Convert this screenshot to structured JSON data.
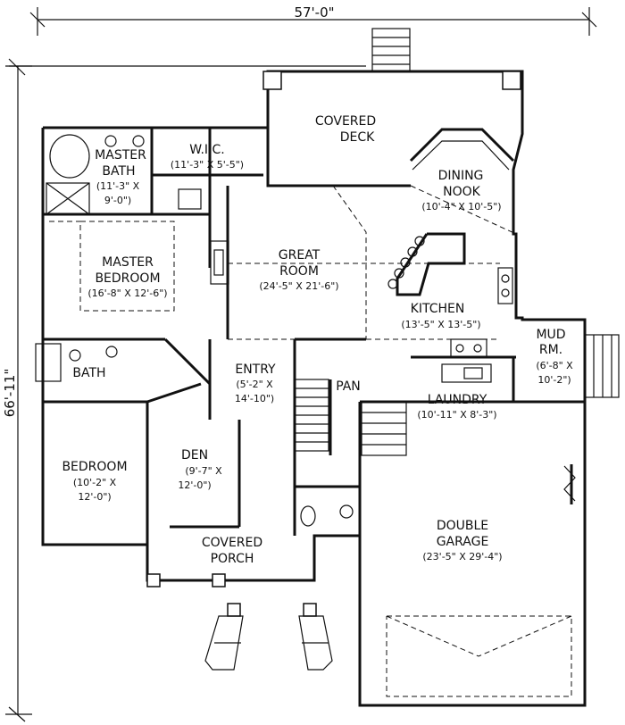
{
  "dimensions": {
    "width": "57'-0\"",
    "depth": "66'-11\""
  },
  "rooms": [
    {
      "id": "covered-deck",
      "lines": [
        "COVERED",
        "DECK"
      ],
      "size": ""
    },
    {
      "id": "master-bath",
      "lines": [
        "MASTER",
        "BATH"
      ],
      "size": "(11'-3\" X",
      "size2": "9'-0\")"
    },
    {
      "id": "wic",
      "lines": [
        "W.I.C."
      ],
      "size": "(11'-3\" X 5'-5\")"
    },
    {
      "id": "dining-nook",
      "lines": [
        "DINING",
        "NOOK"
      ],
      "size": "(10'-4\" X 10'-5\")"
    },
    {
      "id": "master-bedroom",
      "lines": [
        "MASTER",
        "BEDROOM"
      ],
      "size": "(16'-8\" X 12'-6\")"
    },
    {
      "id": "great-room",
      "lines": [
        "GREAT",
        "ROOM"
      ],
      "size": "(24'-5\" X 21'-6\")"
    },
    {
      "id": "kitchen",
      "lines": [
        "KITCHEN"
      ],
      "size": "(13'-5\" X 13'-5\")"
    },
    {
      "id": "mud-room",
      "lines": [
        "MUD",
        "RM."
      ],
      "size": "(6'-8\" X",
      "size2": "10'-2\")"
    },
    {
      "id": "bath",
      "lines": [
        "BATH"
      ],
      "size": ""
    },
    {
      "id": "entry",
      "lines": [
        "ENTRY"
      ],
      "size": "(5'-2\" X",
      "size2": "14'-10\")"
    },
    {
      "id": "pan",
      "lines": [
        "PAN"
      ],
      "size": ""
    },
    {
      "id": "laundry",
      "lines": [
        "LAUNDRY"
      ],
      "size": "(10'-11\" X 8'-3\")"
    },
    {
      "id": "bedroom",
      "lines": [
        "BEDROOM"
      ],
      "size": "(10'-2\" X",
      "size2": "12'-0\")"
    },
    {
      "id": "den",
      "lines": [
        "DEN"
      ],
      "size": "(9'-7\" X",
      "size2": "12'-0\")"
    },
    {
      "id": "double-garage",
      "lines": [
        "DOUBLE",
        "GARAGE"
      ],
      "size": "(23'-5\" X 29'-4\")"
    },
    {
      "id": "covered-porch",
      "lines": [
        "COVERED",
        "PORCH"
      ],
      "size": ""
    }
  ]
}
